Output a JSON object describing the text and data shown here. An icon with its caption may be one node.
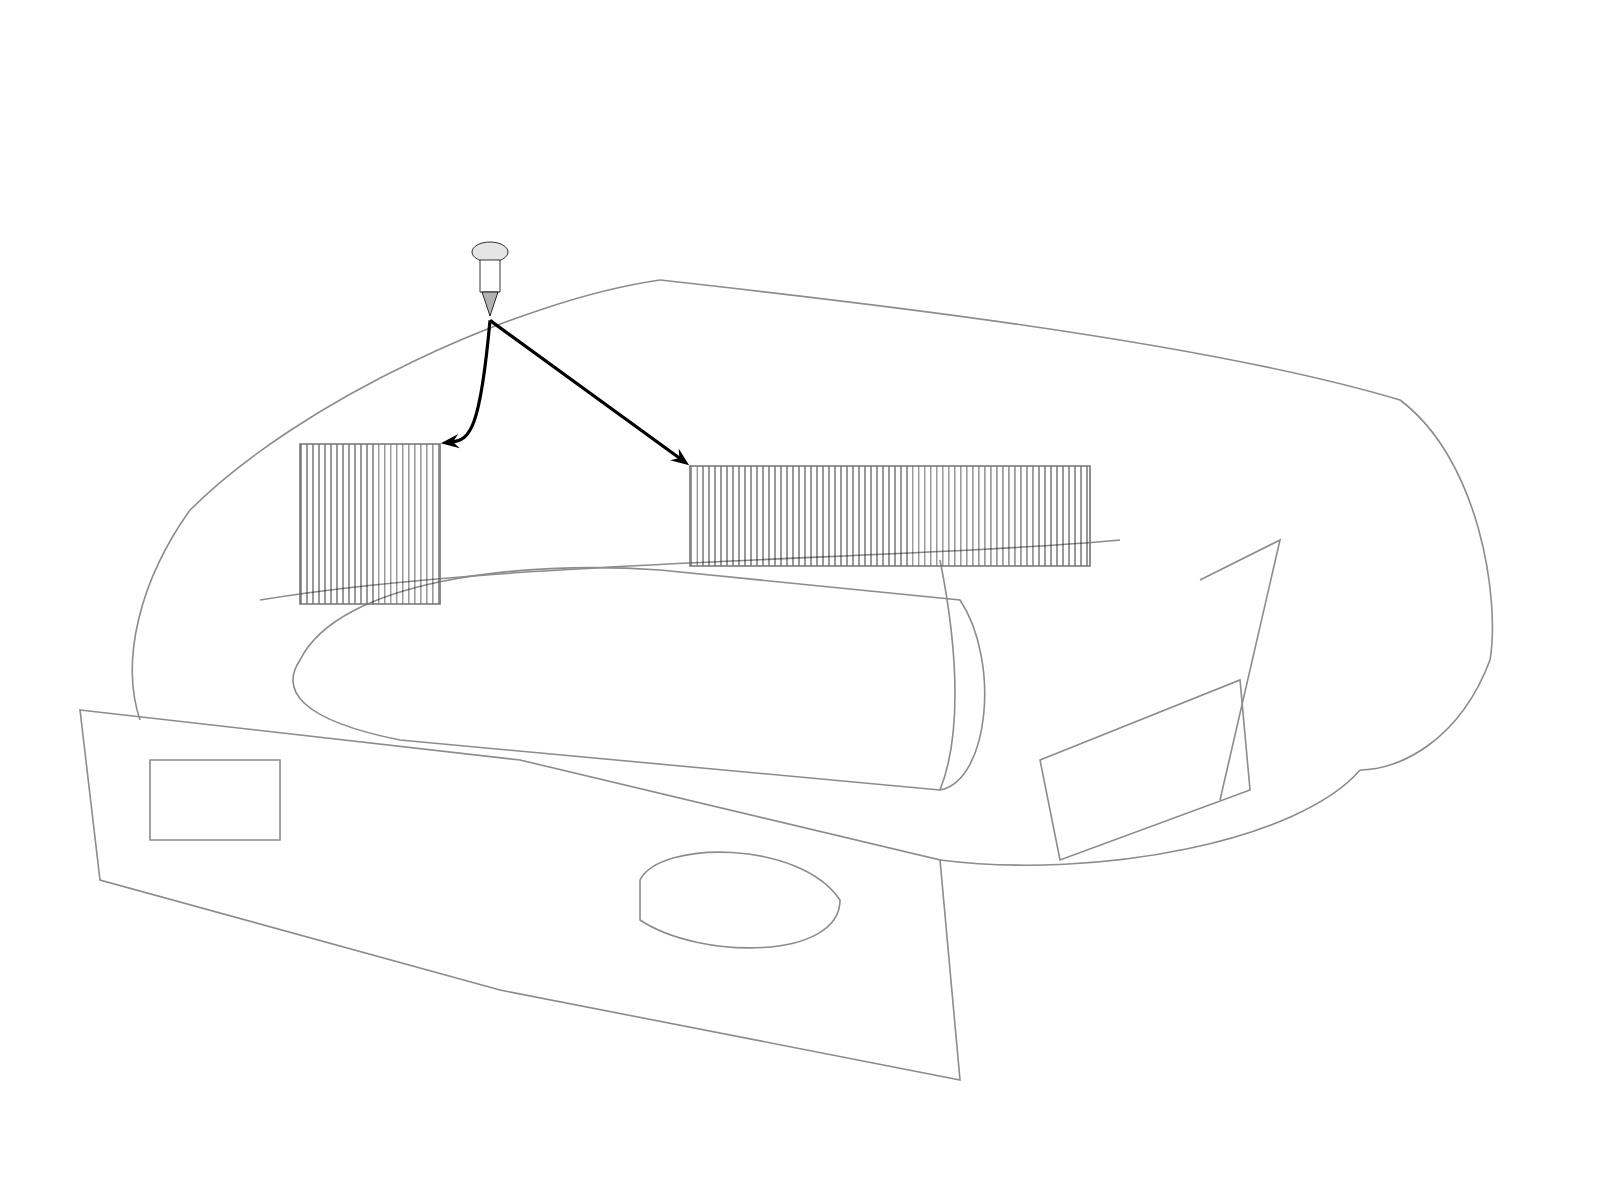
{
  "diagram": {
    "nodes": [
      {
        "text": [],
        "shape": "picture"
      },
      {
        "text": [],
        "shape": "box"
      },
      {
        "text": [],
        "shape": "box"
      }
    ],
    "edges": [
      {
        "from": 0,
        "to": 1,
        "arrow": "to"
      },
      {
        "from": 0,
        "to": 2,
        "arrow": "to"
      }
    ]
  }
}
